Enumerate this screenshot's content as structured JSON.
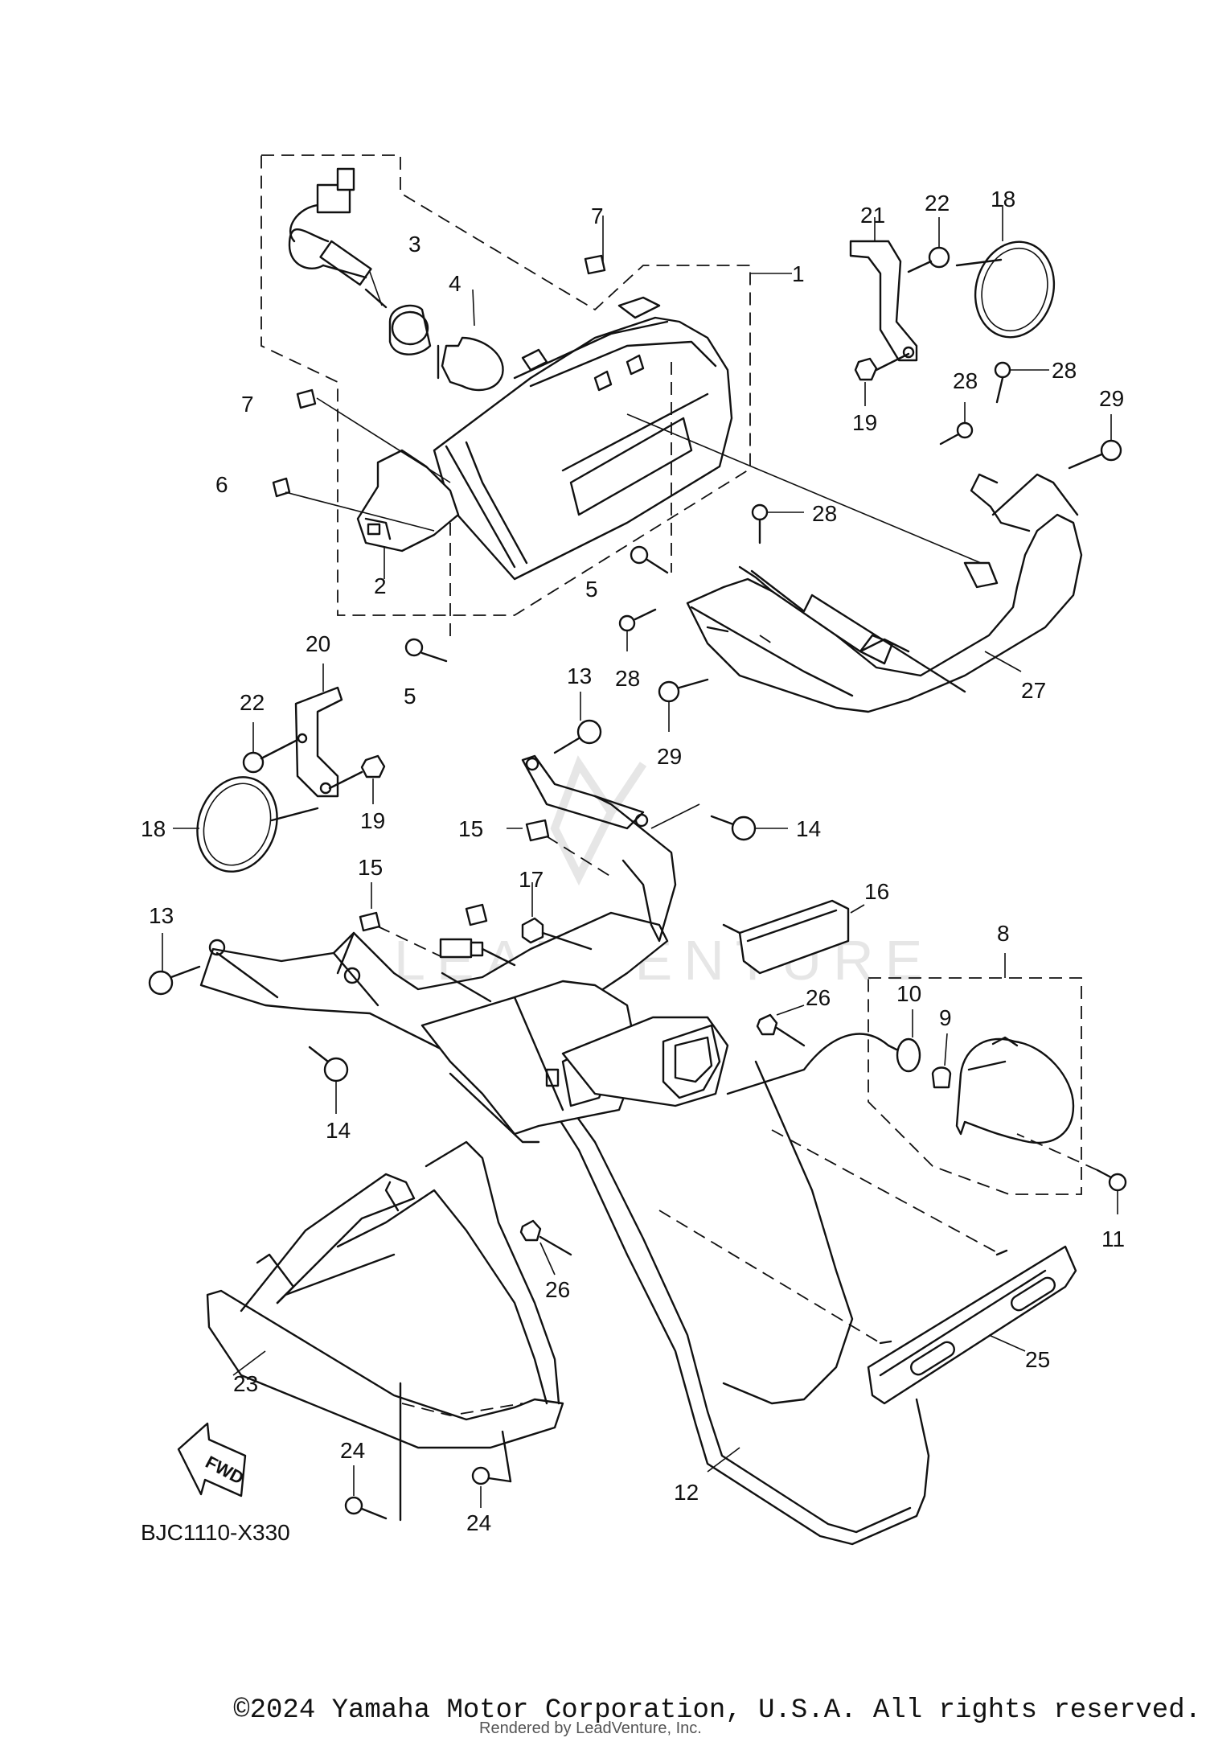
{
  "diagram": {
    "code": "BJC1110-X330",
    "fwd_label": "FWD",
    "watermark": "LEADVENTURE",
    "parts": [
      {
        "ref": "1",
        "label": "1"
      },
      {
        "ref": "2",
        "label": "2"
      },
      {
        "ref": "3",
        "label": "3"
      },
      {
        "ref": "4",
        "label": "4"
      },
      {
        "ref": "5a",
        "label": "5"
      },
      {
        "ref": "5b",
        "label": "5"
      },
      {
        "ref": "6",
        "label": "6"
      },
      {
        "ref": "7a",
        "label": "7"
      },
      {
        "ref": "7b",
        "label": "7"
      },
      {
        "ref": "8",
        "label": "8"
      },
      {
        "ref": "9",
        "label": "9"
      },
      {
        "ref": "10",
        "label": "10"
      },
      {
        "ref": "11",
        "label": "11"
      },
      {
        "ref": "12",
        "label": "12"
      },
      {
        "ref": "13a",
        "label": "13"
      },
      {
        "ref": "13b",
        "label": "13"
      },
      {
        "ref": "14a",
        "label": "14"
      },
      {
        "ref": "14b",
        "label": "14"
      },
      {
        "ref": "15a",
        "label": "15"
      },
      {
        "ref": "15b",
        "label": "15"
      },
      {
        "ref": "16",
        "label": "16"
      },
      {
        "ref": "17",
        "label": "17"
      },
      {
        "ref": "18a",
        "label": "18"
      },
      {
        "ref": "18b",
        "label": "18"
      },
      {
        "ref": "19a",
        "label": "19"
      },
      {
        "ref": "19b",
        "label": "19"
      },
      {
        "ref": "20",
        "label": "20"
      },
      {
        "ref": "21",
        "label": "21"
      },
      {
        "ref": "22a",
        "label": "22"
      },
      {
        "ref": "22b",
        "label": "22"
      },
      {
        "ref": "23",
        "label": "23"
      },
      {
        "ref": "24a",
        "label": "24"
      },
      {
        "ref": "24b",
        "label": "24"
      },
      {
        "ref": "25",
        "label": "25"
      },
      {
        "ref": "26a",
        "label": "26"
      },
      {
        "ref": "26b",
        "label": "26"
      },
      {
        "ref": "27",
        "label": "27"
      },
      {
        "ref": "28a",
        "label": "28"
      },
      {
        "ref": "28b",
        "label": "28"
      },
      {
        "ref": "28c",
        "label": "28"
      },
      {
        "ref": "28d",
        "label": "28"
      },
      {
        "ref": "29a",
        "label": "29"
      },
      {
        "ref": "29b",
        "label": "29"
      }
    ]
  },
  "footer": {
    "copyright": "©2024 Yamaha Motor Corporation, U.S.A. All rights reserved.",
    "rendered_by": "Rendered by LeadVenture, Inc."
  }
}
